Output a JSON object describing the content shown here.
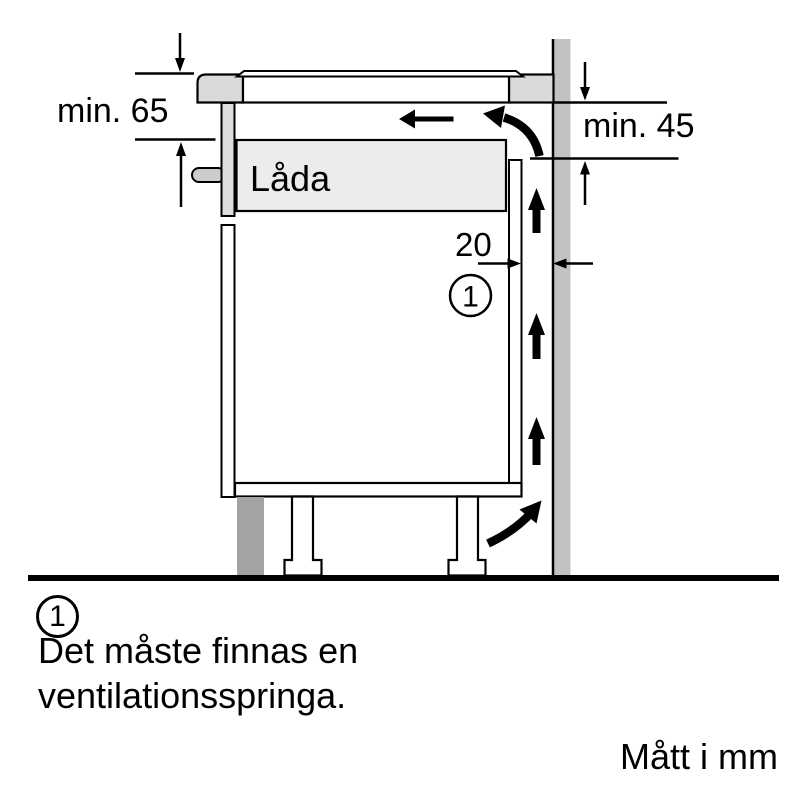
{
  "diagram": {
    "drawer_label": "Låda",
    "dimensions": {
      "top_clearance": "min. 65",
      "wall_clearance": "min. 45",
      "vent_gap": "20"
    },
    "callout": {
      "number": "1"
    },
    "colors": {
      "wall": "#c2c2c2",
      "countertop": "#dadada",
      "drawer_front_panel": "#dddddd",
      "drawer_box": "#ececec",
      "handle": "#cccccc",
      "plinth": "#a3a3a3",
      "outline": "#000000",
      "background": "#ffffff"
    }
  },
  "legend": {
    "number": "1",
    "line1": "Det måste finnas en",
    "line2": "ventilationsspringa."
  },
  "footer": {
    "units_note": "Mått i mm"
  }
}
